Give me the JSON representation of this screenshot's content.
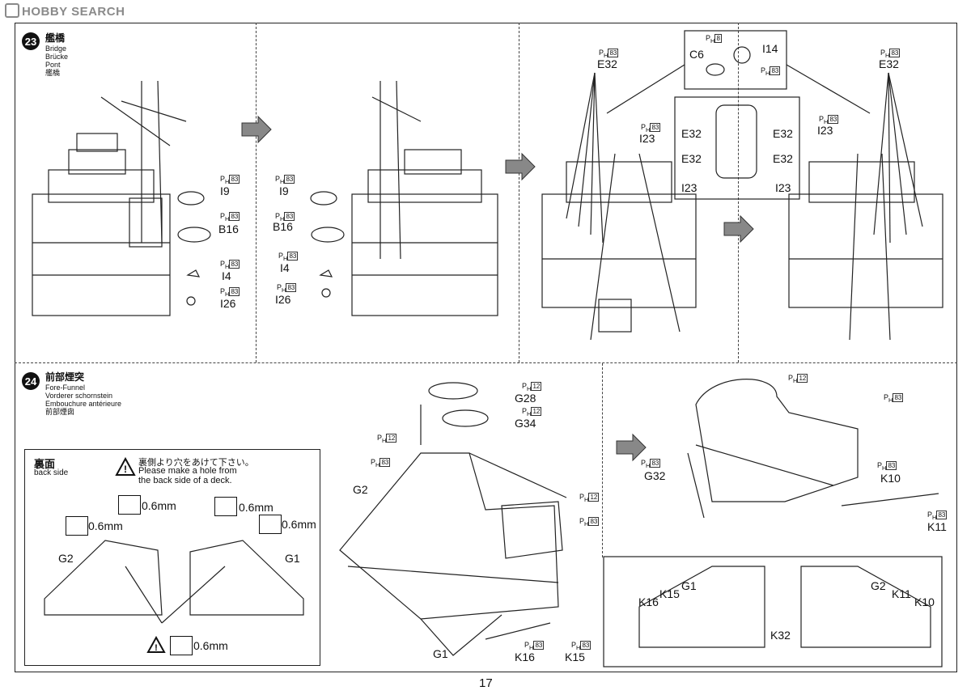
{
  "watermark": {
    "text": "HOBBY SEARCH"
  },
  "page_number": "17",
  "step23": {
    "number": "23",
    "title_jp": "艦橋",
    "titles": [
      "Bridge",
      "Brücke",
      "Pont",
      "艦橋"
    ],
    "paint_code": "83",
    "paint_code_c": "8",
    "paint_prefix": "P",
    "paint_sub": "H",
    "parts": {
      "i9": "I9",
      "b16": "B16",
      "i4": "I4",
      "i26": "I26",
      "e32": "E32",
      "i23": "I23",
      "c6": "C6",
      "i14": "I14"
    }
  },
  "step24": {
    "number": "24",
    "title_jp": "前部煙突",
    "titles": [
      "Fore-Funnel",
      "Vorderer schornstein",
      "Embouchure antérieure",
      "前部煙囱"
    ],
    "paint_12": "12",
    "paint_83": "83",
    "parts": {
      "g28": "G28",
      "g34": "G34",
      "g2": "G2",
      "g1": "G1",
      "k16": "K16",
      "k15": "K15",
      "g32": "G32",
      "k10": "K10",
      "k11": "K11",
      "k32": "K32"
    },
    "back_side": {
      "title_jp": "裏面",
      "title_en": "back side",
      "note_jp": "裏側より穴をあけて下さい。",
      "note_en_1": "Please make a hole from",
      "note_en_2": "the back side of a deck.",
      "drill": "0.6mm"
    }
  }
}
